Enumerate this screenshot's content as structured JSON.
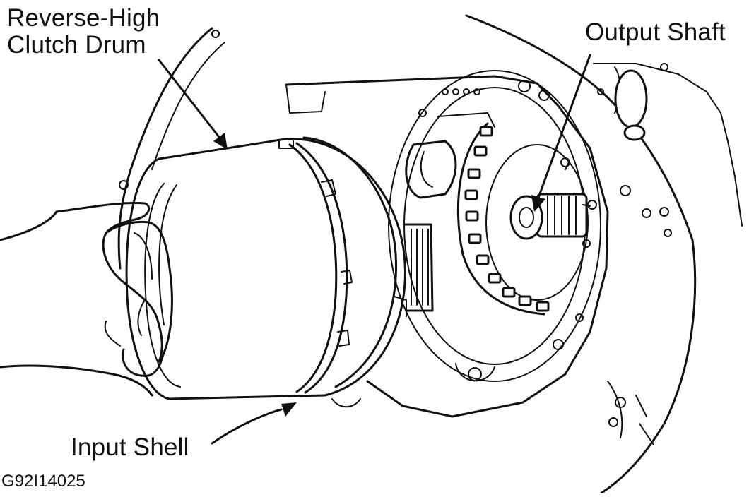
{
  "labels": {
    "reverse_high_line1": "Reverse-High",
    "reverse_high_line2": "Clutch Drum",
    "output_shaft": "Output Shaft",
    "input_shell": "Input Shell",
    "figure_code": "G92I14025"
  }
}
